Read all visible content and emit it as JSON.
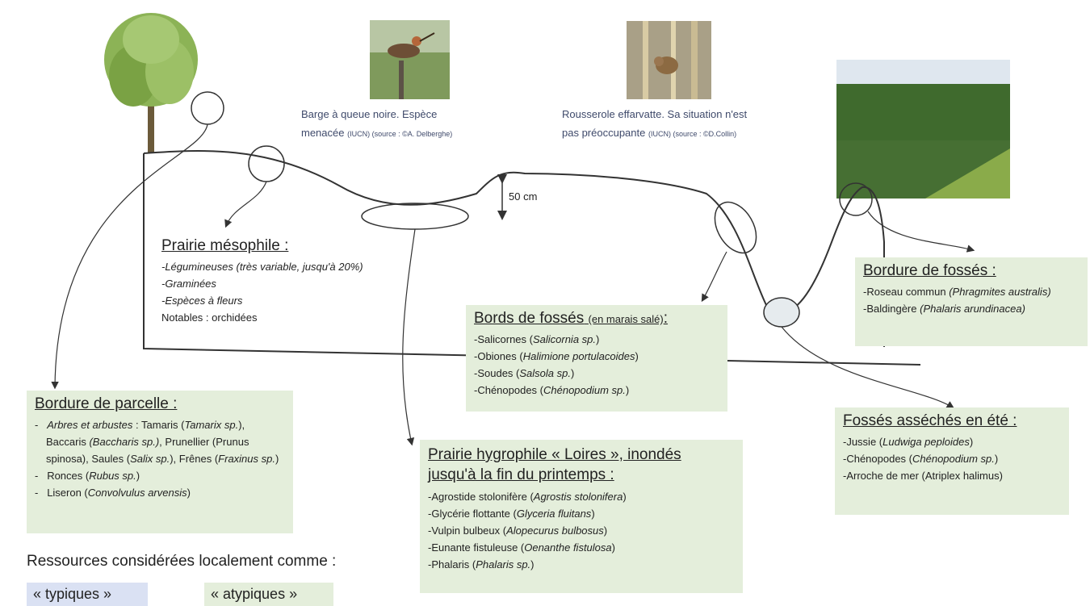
{
  "measure": "50 cm",
  "photos": [
    {
      "name": "barge-photo",
      "caption_line1": "Barge à queue noire. Espèce",
      "caption_line2": "menacée",
      "caption_small": "(IUCN) (source : ©A. Delberghe)"
    },
    {
      "name": "rousserole-photo",
      "caption_line1": "Rousserole effarvatte. Sa situation n'est",
      "caption_line2": "pas préoccupante",
      "caption_small": "(IUCN) (source : ©D.Collin)"
    }
  ],
  "boxes": {
    "prairie_mesophile": {
      "title": "Prairie mésophile :",
      "items": [
        "-Légumineuses (très variable, jusqu'à 20%)",
        "-Graminées",
        "-Espèces à fleurs",
        "Notables : orchidées"
      ]
    },
    "bords_fosses": {
      "title": "Bords de fossés",
      "title_small": "(en marais salé)",
      "title_end": ":",
      "items": [
        {
          "name": "-Salicornes (",
          "latin": "Salicornia sp.",
          "end": ")"
        },
        {
          "name": "-Obiones (",
          "latin": "Halimione portulacoides",
          "end": ")"
        },
        {
          "name": "-Soudes (",
          "latin": "Salsola sp.",
          "end": ")"
        },
        {
          "name": "-Chénopodes (",
          "latin": "Chénopodium sp.",
          "end": ")"
        }
      ]
    },
    "bordure_fosses": {
      "title": "Bordure de fossés :",
      "items": [
        {
          "name": "-Roseau commun ",
          "latin": "(Phragmites australis)",
          "end": ""
        },
        {
          "name": "-Baldingère ",
          "latin": "(Phalaris arundinacea)",
          "end": ""
        }
      ]
    },
    "bordure_parcelle": {
      "title": "Bordure de parcelle :",
      "items": [
        {
          "prefix": "-",
          "latin_label": "Arbres et arbustes",
          "text": " : Tamaris (",
          "latin": "Tamarix sp.",
          "rest": "), Baccaris ",
          "latin2": "(Baccharis sp.)",
          "rest2": ", Prunellier (Prunus spinosa), Saules (",
          "latin3": "Salix sp.",
          "rest3": "), Frênes (",
          "latin4": "Fraxinus sp.",
          "rest4": ")"
        },
        {
          "prefix": "-",
          "name": "Ronces (",
          "latin": "Rubus sp.",
          "end": ")"
        },
        {
          "prefix": "-",
          "name": "Liseron (",
          "latin": "Convolvulus arvensis",
          "end": ")"
        }
      ]
    },
    "prairie_hygrophile": {
      "title_line1": "Prairie hygrophile « Loires », inondés",
      "title_line2": "jusqu'à la fin du printemps :",
      "items": [
        {
          "name": "-Agrostide stolonifère (",
          "latin": "Agrostis stolonifera",
          "end": ")"
        },
        {
          "name": "-Glycérie flottante (",
          "latin": "Glyceria fluitans",
          "end": ")"
        },
        {
          "name": "-Vulpin bulbeux (",
          "latin": "Alopecurus bulbosus",
          "end": ")"
        },
        {
          "name": "-Eunante fistuleuse (",
          "latin": "Oenanthe fistulosa",
          "end": ")"
        },
        {
          "name": "-Phalaris (",
          "latin": "Phalaris sp.",
          "end": ")"
        }
      ]
    },
    "fosses_asseches": {
      "title": "Fossés asséchés en été :",
      "items": [
        {
          "name": "-Jussie (",
          "latin": "Ludwiga peploides",
          "end": ")"
        },
        {
          "name": "-Chénopodes (",
          "latin": "Chénopodium sp.",
          "end": ")"
        },
        {
          "name": "-Arroche de mer (Atriplex halimus)",
          "latin": "",
          "end": ""
        }
      ]
    }
  },
  "legend": {
    "title": "Ressources considérées localement comme :",
    "typical": "« typiques »",
    "atypical": "« atypiques »",
    "colors": {
      "typical": "#dae1f3",
      "atypical": "#e4eedb"
    }
  }
}
